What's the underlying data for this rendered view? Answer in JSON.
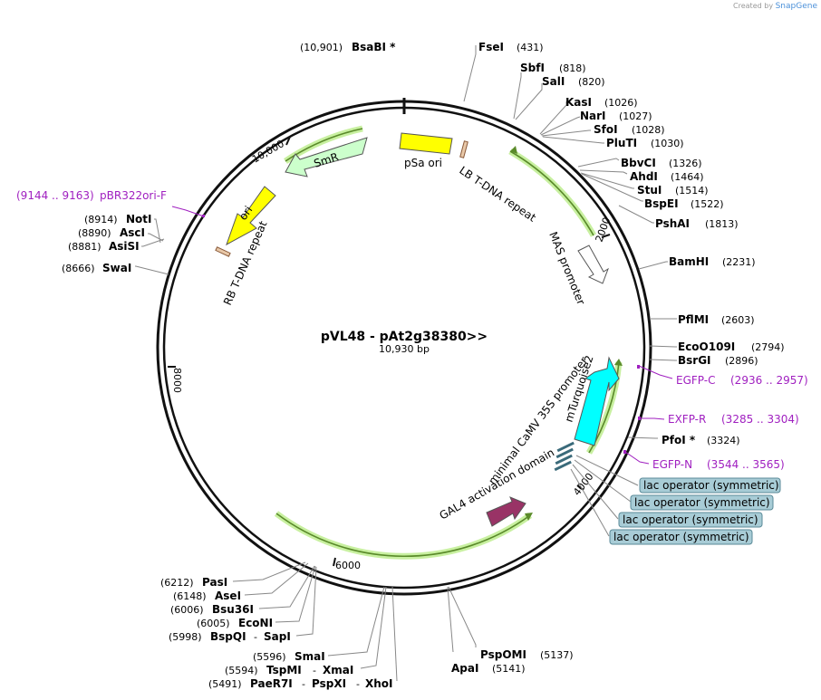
{
  "credit": {
    "prefix": "Created by",
    "brand": "SnapGene"
  },
  "plasmid": {
    "name": "pVL48 - pAt2g38380>>",
    "length": "10,930 bp"
  },
  "ticks": [
    "10,000",
    "2000",
    "4000",
    "6000",
    "8000"
  ],
  "features": {
    "psa_ori": "pSa ori",
    "lb": "LB T-DNA repeat",
    "mas": "MAS promoter",
    "smr": "SmR",
    "ori": "ori",
    "rb": "RB T-DNA repeat",
    "mturq": "mTurquoise2",
    "camv": "minimal CaMV 35S promoter",
    "gal4": "GAL4 activation domain"
  },
  "sites_right": [
    {
      "name": "FseI",
      "pos": "(431)"
    },
    {
      "name": "SbfI",
      "pos": "(818)"
    },
    {
      "name": "SalI",
      "pos": "(820)"
    },
    {
      "name": "KasI",
      "pos": "(1026)"
    },
    {
      "name": "NarI",
      "pos": "(1027)"
    },
    {
      "name": "SfoI",
      "pos": "(1028)"
    },
    {
      "name": "PluTI",
      "pos": "(1030)"
    },
    {
      "name": "BbvCI",
      "pos": "(1326)"
    },
    {
      "name": "AhdI",
      "pos": "(1464)"
    },
    {
      "name": "StuI",
      "pos": "(1514)"
    },
    {
      "name": "BspEI",
      "pos": "(1522)"
    },
    {
      "name": "PshAI",
      "pos": "(1813)"
    },
    {
      "name": "BamHI",
      "pos": "(2231)"
    },
    {
      "name": "PflMI",
      "pos": "(2603)"
    },
    {
      "name": "EcoO109I",
      "pos": "(2794)"
    },
    {
      "name": "BsrGI",
      "pos": "(2896)"
    },
    {
      "name": "PfoI *",
      "pos": "(3324)"
    },
    {
      "name": "PspOMI",
      "pos": "(5137)"
    },
    {
      "name": "ApaI",
      "pos": "(5141)"
    }
  ],
  "sites_left": [
    {
      "name": "BsaBI *",
      "pos": "(10,901)"
    },
    {
      "name": "NotI",
      "pos": "(8914)"
    },
    {
      "name": "AscI",
      "pos": "(8890)"
    },
    {
      "name": "AsiSI",
      "pos": "(8881)"
    },
    {
      "name": "SwaI",
      "pos": "(8666)"
    },
    {
      "name": "PasI",
      "pos": "(6212)"
    },
    {
      "name": "AseI",
      "pos": "(6148)"
    },
    {
      "name": "Bsu36I",
      "pos": "(6006)"
    },
    {
      "name": "EcoNI",
      "pos": "(6005)"
    },
    {
      "name": "BspQI",
      "name2": "SapI",
      "pos": "(5998)"
    },
    {
      "name": "SmaI",
      "pos": "(5596)"
    },
    {
      "name": "TspMI",
      "name2": "XmaI",
      "pos": "(5594)"
    },
    {
      "name": "PaeR7I",
      "name2": "PspXI",
      "name3": "XhoI",
      "pos": "(5491)"
    }
  ],
  "primers": [
    {
      "name": "pBR322ori-F",
      "pos": "(9144 .. 9163)"
    },
    {
      "name": "EGFP-C",
      "pos": "(2936 .. 2957)"
    },
    {
      "name": "EXFP-R",
      "pos": "(3285 .. 3304)"
    },
    {
      "name": "EGFP-N",
      "pos": "(3544 .. 3565)"
    }
  ],
  "operators": [
    "lac operator (symmetric)",
    "lac operator (symmetric)",
    "lac operator (symmetric)",
    "lac operator (symmetric)"
  ],
  "colors": {
    "backbone": "#111111",
    "psa_ori": "#ffff00",
    "ori": "#ffff00",
    "smr": "#ccffcc",
    "mturq": "#00ffff",
    "gal4": "#993366",
    "orf_arc": "#c8f0a0",
    "primer": "#a020c0",
    "operator": "#a8ccd6"
  }
}
